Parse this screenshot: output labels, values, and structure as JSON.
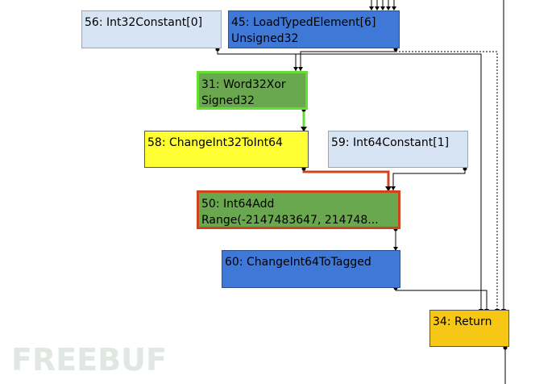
{
  "graph": {
    "nodes": {
      "n56": {
        "line1": "56: Int32Constant[0]",
        "line2": ""
      },
      "n45": {
        "line1": "45: LoadTypedElement[6]",
        "line2": "Unsigned32"
      },
      "n31": {
        "line1": "31: Word32Xor",
        "line2": "Signed32"
      },
      "n58": {
        "line1": "58: ChangeInt32ToInt64",
        "line2": ""
      },
      "n59": {
        "line1": "59: Int64Constant[1]",
        "line2": ""
      },
      "n50": {
        "line1": "50: Int64Add",
        "line2": "Range(-2147483647, 214748..."
      },
      "n60": {
        "line1": "60: ChangeInt64ToTagged",
        "line2": ""
      },
      "n34": {
        "line1": "34: Return",
        "line2": ""
      }
    }
  },
  "watermark": {
    "text": "FREEBUF"
  },
  "colors": {
    "constant": "#d6e4f3",
    "load": "#3f78d6",
    "selected_node": "#6aa84f",
    "change": "#ffff33",
    "return": "#f6c715",
    "edge_highlight_green": "#66dd33",
    "edge_highlight_red": "#d0441c"
  }
}
